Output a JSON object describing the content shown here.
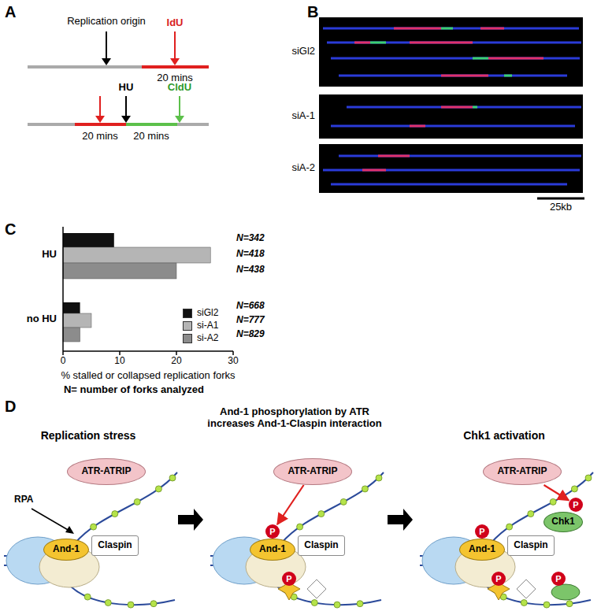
{
  "diagram": {
    "nodes": [
      {
        "text": [
          "ATR-ATRIP"
        ]
      },
      {
        "text": [
          "And-1"
        ]
      },
      {
        "text": [
          "Claspin"
        ]
      },
      {
        "text": [
          "ATR-ATRIP"
        ]
      },
      {
        "text": [
          "And-1"
        ]
      },
      {
        "text": [
          "Claspin"
        ]
      },
      {
        "text": [
          "P"
        ]
      },
      {
        "text": [
          "P"
        ]
      },
      {
        "text": [
          "ATR-ATRIP"
        ]
      },
      {
        "text": [
          "And-1"
        ]
      },
      {
        "text": [
          "Claspin"
        ]
      },
      {
        "text": [
          "Chk1"
        ]
      },
      {
        "text": [
          "P"
        ]
      },
      {
        "text": [
          "P"
        ]
      },
      {
        "text": [
          "P"
        ]
      },
      {
        "text": [
          "P"
        ]
      }
    ],
    "edges": [
      {
        "from": 3,
        "to": 6,
        "arrow": "to"
      },
      {
        "from": 8,
        "to": 13,
        "arrow": "to"
      }
    ],
    "labels": [
      "A",
      "Replication origin",
      "IdU",
      "20 mins",
      "HU",
      "CldU",
      "20 mins",
      "20 mins",
      "B",
      "siGl2",
      "siA-1",
      "siA-2",
      "25kb",
      "C",
      "HU",
      "no HU",
      "N=342",
      "N=418",
      "N=438",
      "N=668",
      "N=777",
      "N=829",
      "0",
      "10",
      "20",
      "30",
      "% stalled or collapsed replication forks",
      "N= number of forks analyzed",
      "D",
      "Replication stress",
      "And-1 phosphorylation by ATR increases And-1-Claspin interaction",
      "Chk1 activation",
      "RPA"
    ],
    "legend": [
      {
        "text": "siGl2",
        "color": "#111111"
      },
      {
        "text": "si-A1",
        "color": "#b5b5b5"
      },
      {
        "text": "si-A2",
        "color": "#8c8c8c"
      }
    ]
  }
}
